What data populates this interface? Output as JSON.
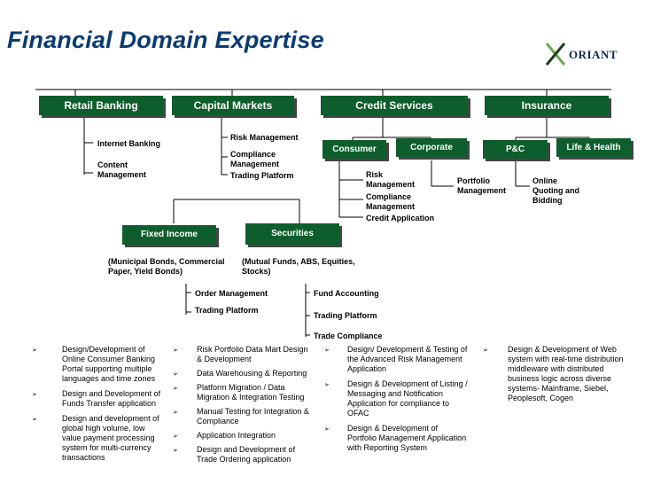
{
  "title": "Financial Domain Expertise",
  "logo": {
    "text": "ORIANT",
    "x_letter": "X"
  },
  "top_categories": [
    "Retail Banking",
    "Capital Markets",
    "Credit Services",
    "Insurance"
  ],
  "retail": {
    "items": [
      "Internet Banking",
      "Content\nManagement"
    ]
  },
  "capital": {
    "items": [
      "Risk Management",
      "Compliance\nManagement",
      "Trading Platform"
    ]
  },
  "credit": {
    "consumer": "Consumer",
    "corporate": "Corporate",
    "consumer_items": [
      "Risk\nManagement",
      "Compliance\nManagement",
      "Credit Application"
    ],
    "corporate_items": [
      "Portfolio\nManagement"
    ]
  },
  "insurance": {
    "pc": "P&C",
    "life": "Life & Health",
    "items": [
      "Online\nQuoting and\nBidding"
    ]
  },
  "fixed_income": {
    "label": "Fixed Income",
    "desc": "(Municipal Bonds, Commercial\nPaper, Yield Bonds)"
  },
  "securities": {
    "label": "Securities",
    "desc": "(Mutual Funds, ABS, Equities,\nStocks)"
  },
  "fixed_items": [
    "Order Management",
    "Trading Platform"
  ],
  "securities_items": [
    "Fund Accounting",
    "Trading Platform",
    "Trade Compliance"
  ],
  "bullet_glyph": "➢",
  "col1": [
    "Design/Development of Online Consumer Banking Portal supporting multiple languages and time zones",
    "Design and Development of Funds Transfer application",
    "Design and development of global high volume, low value payment processing system for multi-currency transactions"
  ],
  "col2": [
    "Risk Portfolio Data Mart Design & Development",
    "Data Warehousing & Reporting",
    "Platform Migration / Data Migration & Integration Testing",
    "Manual Testing for Integration & Compliance",
    "Application Integration",
    "Design and Development of Trade Ordering application"
  ],
  "col3": [
    "Design/ Development & Testing of the Advanced Risk Management Application",
    "Design & Development of Listing / Messaging and Notification Application for compliance to OFAC",
    "Design & Development of Portfolio Management Application with Reporting System"
  ],
  "col4": [
    "Design & Development of Web system with real-time distribution middleware with distributed business logic across diverse systems- Mainframe, Siebel, Peoplesoft, Cogen"
  ],
  "colors": {
    "box": "#0d5e2c",
    "title": "#0a3b72"
  }
}
